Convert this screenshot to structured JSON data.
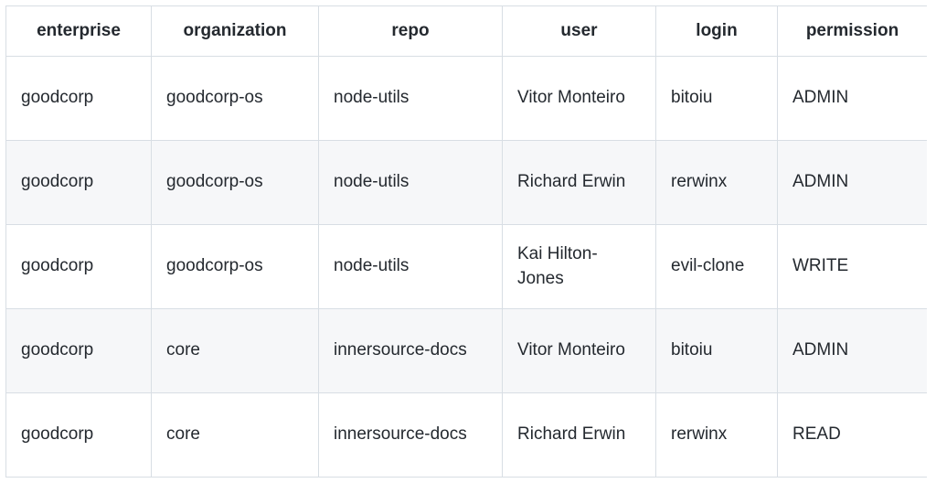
{
  "table": {
    "columns": [
      {
        "key": "enterprise",
        "label": "enterprise"
      },
      {
        "key": "organization",
        "label": "organization"
      },
      {
        "key": "repo",
        "label": "repo"
      },
      {
        "key": "user",
        "label": "user"
      },
      {
        "key": "login",
        "label": "login"
      },
      {
        "key": "permission",
        "label": "permission"
      }
    ],
    "rows": [
      {
        "enterprise": "goodcorp",
        "organization": "goodcorp-os",
        "repo": "node-utils",
        "user": "Vitor Monteiro",
        "login": "bitoiu",
        "permission": "ADMIN",
        "striped": false
      },
      {
        "enterprise": "goodcorp",
        "organization": "goodcorp-os",
        "repo": "node-utils",
        "user": "Richard Erwin",
        "login": "rerwinx",
        "permission": "ADMIN",
        "striped": true
      },
      {
        "enterprise": "goodcorp",
        "organization": "goodcorp-os",
        "repo": "node-utils",
        "user": "Kai Hilton-Jones",
        "login": "evil-clone",
        "permission": "WRITE",
        "striped": false
      },
      {
        "enterprise": "goodcorp",
        "organization": "core",
        "repo": "innersource-docs",
        "user": "Vitor Monteiro",
        "login": "bitoiu",
        "permission": "ADMIN",
        "striped": true
      },
      {
        "enterprise": "goodcorp",
        "organization": "core",
        "repo": "innersource-docs",
        "user": "Richard Erwin",
        "login": "rerwinx",
        "permission": "READ",
        "striped": false
      }
    ]
  },
  "colors": {
    "border": "#d8dee4",
    "text": "#24292f",
    "row_background": "#ffffff",
    "row_background_striped": "#f6f7f9"
  }
}
